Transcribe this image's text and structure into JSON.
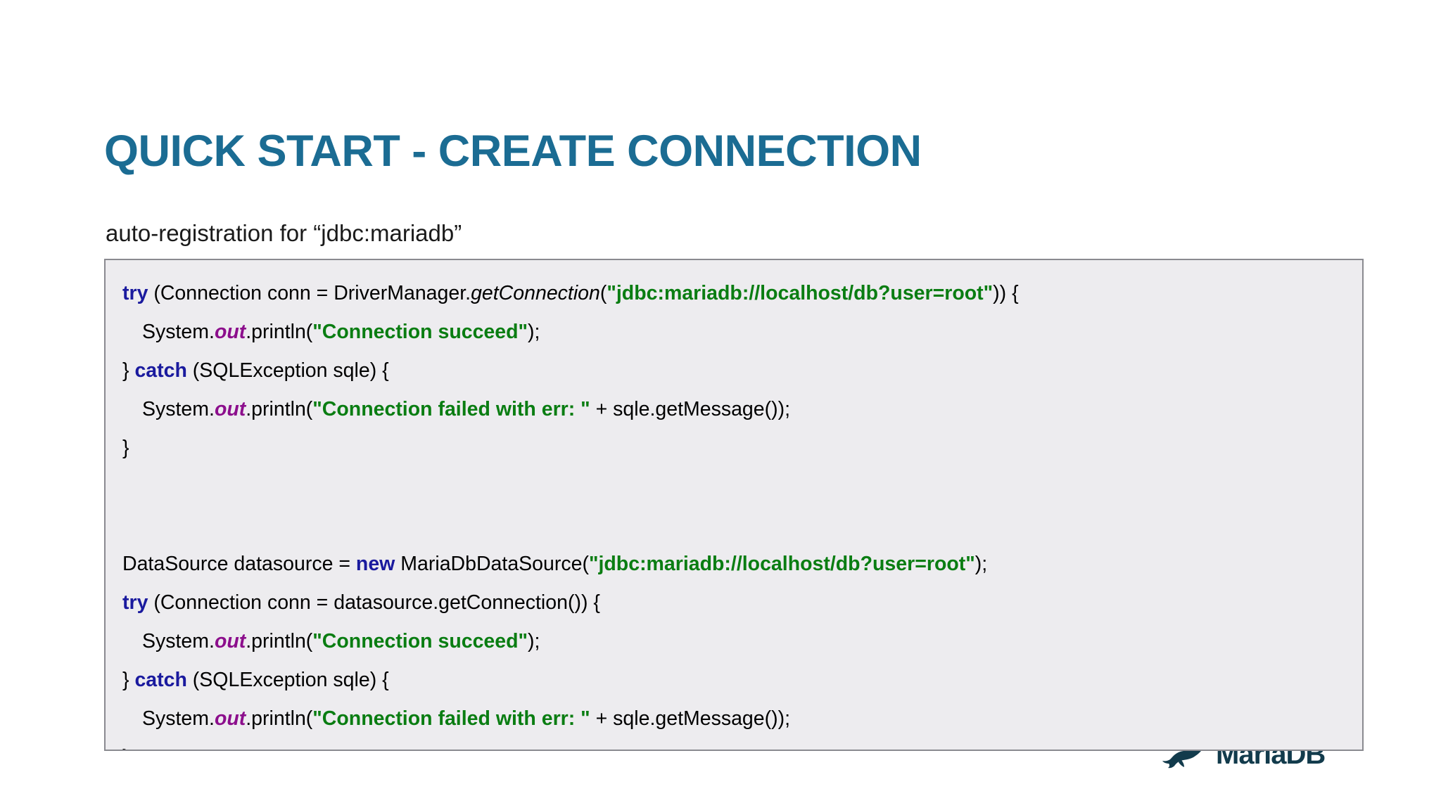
{
  "slide": {
    "title": "Quick Start - Create Connection",
    "subtitle": "auto-registration for “jdbc:mariadb”",
    "title_color": "#1B6C93",
    "code_bg": "#EDECEF",
    "code_border": "#8A8A90"
  },
  "brand": {
    "name": "MariaDB",
    "icon": "seal-logo-icon",
    "color": "#123B4C"
  },
  "code": {
    "language": "java",
    "colors": {
      "keyword": "#1A1A9E",
      "string": "#0A7D12",
      "field": "#8C0E8C",
      "plain": "#000000"
    },
    "lines": [
      {
        "indent": 0,
        "tokens": [
          {
            "t": "try",
            "k": "kw"
          },
          {
            "t": " (Connection conn = DriverManager.",
            "k": "plain"
          },
          {
            "t": "getConnection",
            "k": "method-it"
          },
          {
            "t": "(",
            "k": "plain"
          },
          {
            "t": "\"jdbc:mariadb://localhost/db?user=root\"",
            "k": "str"
          },
          {
            "t": ")) {",
            "k": "plain"
          }
        ]
      },
      {
        "indent": 1,
        "tokens": [
          {
            "t": "System.",
            "k": "plain"
          },
          {
            "t": "out",
            "k": "field"
          },
          {
            "t": ".println(",
            "k": "plain"
          },
          {
            "t": "\"Connection succeed\"",
            "k": "str"
          },
          {
            "t": ");",
            "k": "plain"
          }
        ]
      },
      {
        "indent": 0,
        "tokens": [
          {
            "t": "} ",
            "k": "plain"
          },
          {
            "t": "catch",
            "k": "kw"
          },
          {
            "t": " (SQLException sqle) {",
            "k": "plain"
          }
        ]
      },
      {
        "indent": 1,
        "tokens": [
          {
            "t": "System.",
            "k": "plain"
          },
          {
            "t": "out",
            "k": "field"
          },
          {
            "t": ".println(",
            "k": "plain"
          },
          {
            "t": "\"Connection failed with err: \"",
            "k": "str"
          },
          {
            "t": " + sqle.getMessage());",
            "k": "plain"
          }
        ]
      },
      {
        "indent": 0,
        "tokens": [
          {
            "t": "}",
            "k": "plain"
          }
        ]
      },
      {
        "indent": 0,
        "tokens": []
      },
      {
        "indent": 0,
        "tokens": []
      },
      {
        "indent": 0,
        "tokens": [
          {
            "t": "DataSource datasource = ",
            "k": "plain"
          },
          {
            "t": "new",
            "k": "kw"
          },
          {
            "t": " MariaDbDataSource(",
            "k": "plain"
          },
          {
            "t": "\"jdbc:mariadb://localhost/db?user=root\"",
            "k": "str"
          },
          {
            "t": ");",
            "k": "plain"
          }
        ]
      },
      {
        "indent": 0,
        "tokens": [
          {
            "t": "try",
            "k": "kw"
          },
          {
            "t": " (Connection conn = datasource.getConnection()) {",
            "k": "plain"
          }
        ]
      },
      {
        "indent": 1,
        "tokens": [
          {
            "t": "System.",
            "k": "plain"
          },
          {
            "t": "out",
            "k": "field"
          },
          {
            "t": ".println(",
            "k": "plain"
          },
          {
            "t": "\"Connection succeed\"",
            "k": "str"
          },
          {
            "t": ");",
            "k": "plain"
          }
        ]
      },
      {
        "indent": 0,
        "tokens": [
          {
            "t": "} ",
            "k": "plain"
          },
          {
            "t": "catch",
            "k": "kw"
          },
          {
            "t": " (SQLException sqle) {",
            "k": "plain"
          }
        ]
      },
      {
        "indent": 1,
        "tokens": [
          {
            "t": "System.",
            "k": "plain"
          },
          {
            "t": "out",
            "k": "field"
          },
          {
            "t": ".println(",
            "k": "plain"
          },
          {
            "t": "\"Connection failed with err: \"",
            "k": "str"
          },
          {
            "t": " + sqle.getMessage());",
            "k": "plain"
          }
        ]
      },
      {
        "indent": 0,
        "tokens": [
          {
            "t": "}",
            "k": "plain"
          }
        ]
      }
    ]
  }
}
